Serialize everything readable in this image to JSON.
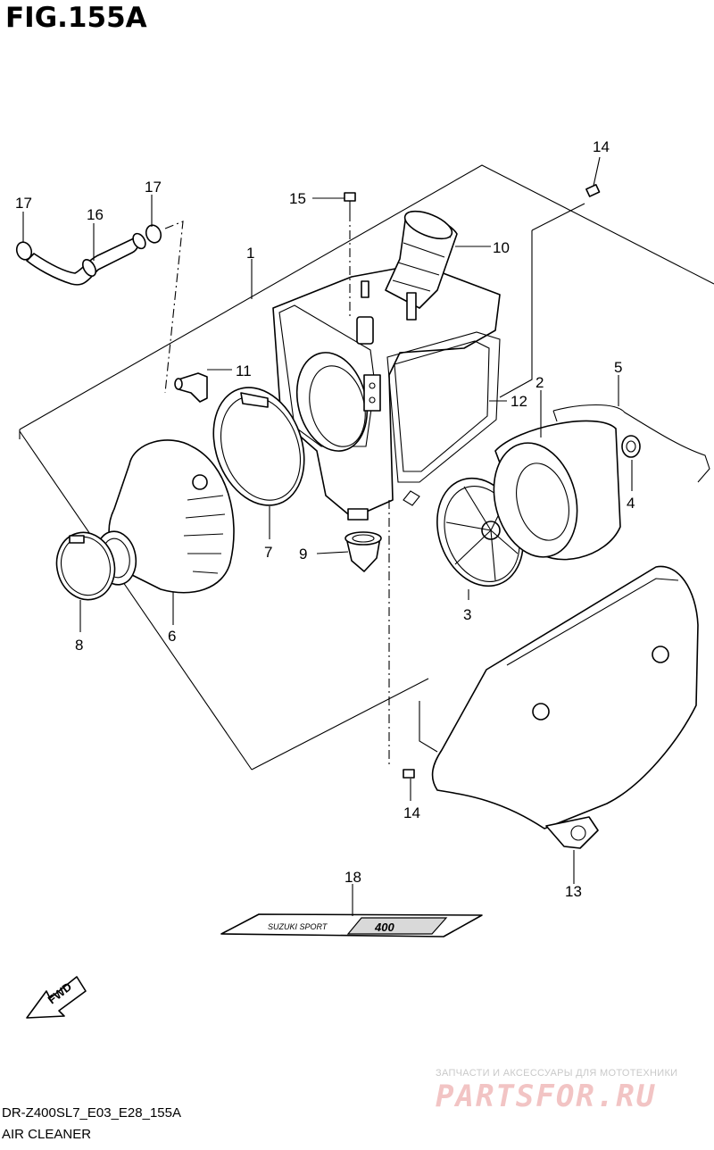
{
  "figure": {
    "title": "FIG.155A"
  },
  "footer": {
    "code": "DR-Z400SL7_E03_E28_155A",
    "name": "AIR CLEANER"
  },
  "watermark": {
    "tagline": "ЗАПЧАСТИ И АКСЕССУАРЫ ДЛЯ МОТОТЕХНИКИ",
    "logo": "PARTSFOR.RU"
  },
  "fwd_label": "FWD",
  "decal_text": {
    "model": "SUZUKI SPORT",
    "number": "400"
  },
  "callouts": [
    {
      "id": "c1",
      "label": "1"
    },
    {
      "id": "c2",
      "label": "2"
    },
    {
      "id": "c3",
      "label": "3"
    },
    {
      "id": "c4",
      "label": "4"
    },
    {
      "id": "c5",
      "label": "5"
    },
    {
      "id": "c6",
      "label": "6"
    },
    {
      "id": "c7",
      "label": "7"
    },
    {
      "id": "c8",
      "label": "8"
    },
    {
      "id": "c9",
      "label": "9"
    },
    {
      "id": "c10",
      "label": "10"
    },
    {
      "id": "c11",
      "label": "11"
    },
    {
      "id": "c12",
      "label": "12"
    },
    {
      "id": "c13",
      "label": "13"
    },
    {
      "id": "c14a",
      "label": "14"
    },
    {
      "id": "c14b",
      "label": "14"
    },
    {
      "id": "c15",
      "label": "15"
    },
    {
      "id": "c16",
      "label": "16"
    },
    {
      "id": "c17a",
      "label": "17"
    },
    {
      "id": "c17b",
      "label": "17"
    },
    {
      "id": "c18",
      "label": "18"
    }
  ]
}
